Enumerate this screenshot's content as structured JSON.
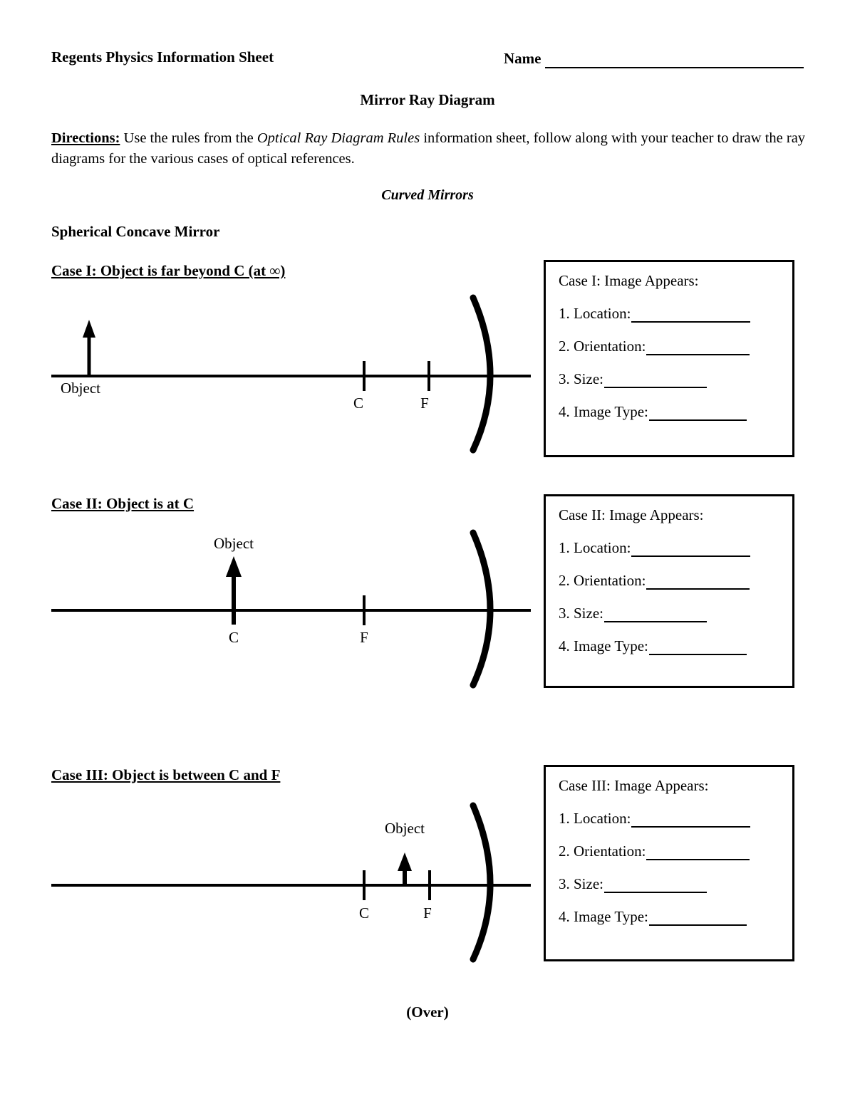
{
  "header": {
    "sheet_title": "Regents Physics Information Sheet",
    "name_label": "Name",
    "document_title": "Mirror Ray Diagram"
  },
  "directions": {
    "lead": "Directions:",
    "text_before_italic": "Use the rules from the",
    "italic_phrase": "Optical Ray Diagram Rules",
    "text_after_italic": "information sheet, follow along with your teacher to draw the ray diagrams for the various cases of optical references."
  },
  "sections": {
    "curved_mirrors": "Curved Mirrors",
    "spherical_concave_mirror": "Spherical Concave Mirror"
  },
  "cases": [
    {
      "heading": "Case I: Object is far beyond C (at ∞)",
      "diagram": {
        "object_label": "Object",
        "center_label": "C",
        "focus_label": "F"
      },
      "answer_box": {
        "title": "Case I: Image Appears:",
        "rows": [
          "1. Location:",
          "2. Orientation:",
          "3. Size:",
          "4. Image Type:"
        ]
      }
    },
    {
      "heading": "Case II: Object is at C",
      "diagram": {
        "object_label": "Object",
        "center_label": "C",
        "focus_label": "F"
      },
      "answer_box": {
        "title": "Case II: Image Appears:",
        "rows": [
          "1. Location:",
          "2. Orientation:",
          "3. Size:",
          "4. Image Type:"
        ]
      }
    },
    {
      "heading": "Case III: Object is between C and F",
      "diagram": {
        "object_label": "Object",
        "center_label": "C",
        "focus_label": "F"
      },
      "answer_box": {
        "title": "Case III: Image Appears:",
        "rows": [
          "1. Location:",
          "2. Orientation:",
          "3. Size:",
          "4. Image Type:"
        ]
      }
    }
  ],
  "footer": {
    "over_label": "(Over)"
  },
  "colors": {
    "ink": "#000000",
    "paper": "#ffffff"
  }
}
